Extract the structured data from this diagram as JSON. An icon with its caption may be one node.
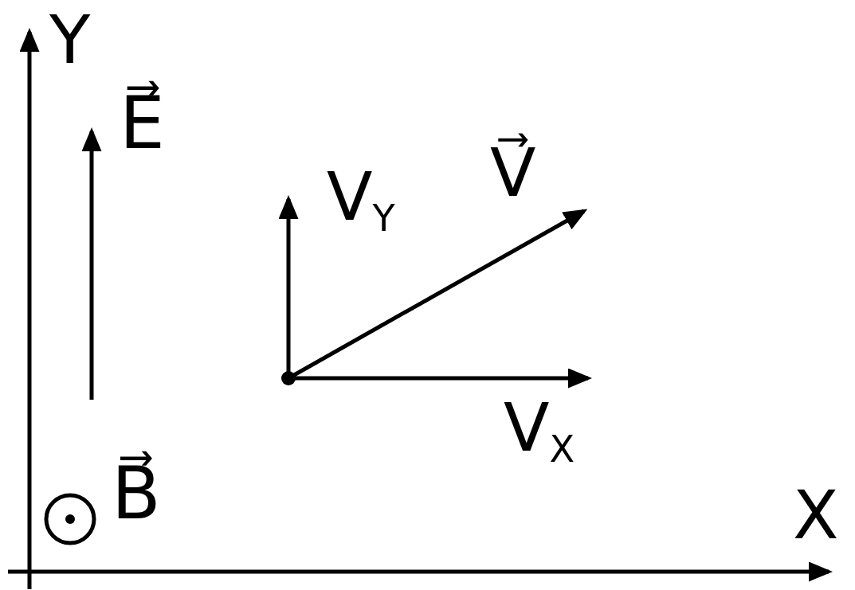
{
  "diagram": {
    "labels": [
      "Y",
      "E⃗",
      "V$_{Y}$",
      "V⃗",
      "V$_{X}$",
      "B⃗",
      "X"
    ]
  }
}
